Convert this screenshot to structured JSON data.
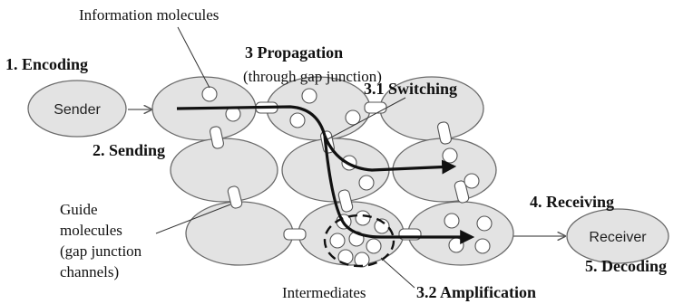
{
  "labels": {
    "info_molecules": "Information molecules",
    "encoding": "1. Encoding",
    "propagation": "3 Propagation",
    "propagation_sub": "(through gap junction)",
    "switching": "3.1 Switching",
    "sending": "2. Sending",
    "receiving": "4. Receiving",
    "decoding": "5. Decoding",
    "guide_line1": "Guide",
    "guide_line2": "molecules",
    "guide_line3": "(gap junction",
    "guide_line4": "channels)",
    "intermediates": "Intermediates",
    "amplification": "3.2 Amplification"
  },
  "nodes": {
    "sender": "Sender",
    "receiver": "Receiver"
  },
  "colors": {
    "cell_fill": "#e3e3e3",
    "cell_stroke": "#6a6a6a",
    "path": "#111111"
  }
}
